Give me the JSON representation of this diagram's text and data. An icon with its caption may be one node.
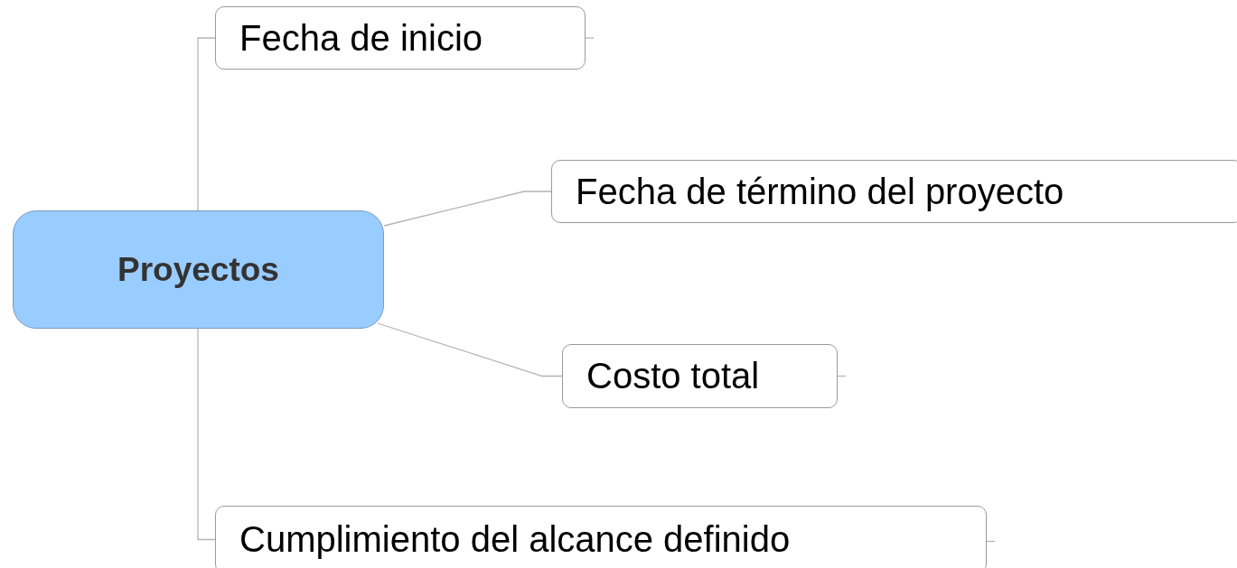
{
  "diagram": {
    "nodes": [
      {
        "text": [
          "Proyectos"
        ]
      },
      {
        "text": [
          "Fecha de inicio"
        ]
      },
      {
        "text": [
          "Fecha de término del proyecto"
        ]
      },
      {
        "text": [
          "Costo total"
        ]
      },
      {
        "text": [
          "Cumplimiento del alcance definido"
        ]
      }
    ],
    "edges": [
      {
        "from": 0,
        "to": 1,
        "arrow": "none"
      },
      {
        "from": 0,
        "to": 2,
        "arrow": "none"
      },
      {
        "from": 0,
        "to": 3,
        "arrow": "none"
      },
      {
        "from": 0,
        "to": 4,
        "arrow": "none"
      }
    ]
  }
}
